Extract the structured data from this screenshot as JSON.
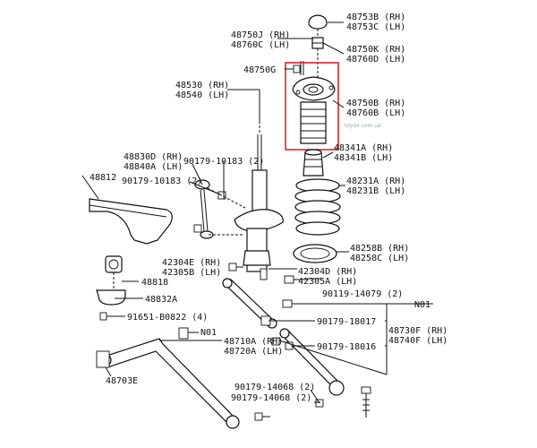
{
  "diagram": {
    "highlight_color": "#e0242b",
    "line_color": "#111111",
    "watermark": "toyox.com.ua",
    "labels": {
      "l48753": [
        "48753B (RH)",
        "48753C (LH)"
      ],
      "l48750jc": [
        "48750J (RH)",
        "48760C (LH)"
      ],
      "l48750kd": [
        "48750K (RH)",
        "48760D (LH)"
      ],
      "l48750g": [
        "48750G"
      ],
      "l48530": [
        "48530 (RH)",
        "48540 (LH)"
      ],
      "l48750bb": [
        "48750B (RH)",
        "48760B (LH)"
      ],
      "l48341": [
        "48341A (RH)",
        "48341B (LH)"
      ],
      "l48830": [
        "48830D (RH)",
        "48840A (LH)"
      ],
      "l90179a": [
        "90179-10183 (2)"
      ],
      "l48812": [
        "48812"
      ],
      "l90179b": [
        "90179-10183 (2)"
      ],
      "l48231": [
        "48231A (RH)",
        "48231B (LH)"
      ],
      "l48258": [
        "48258B (RH)",
        "48258C (LH)"
      ],
      "l42304e": [
        "42304E (RH)",
        "42305B (LH)"
      ],
      "l42304d": [
        "42304D (RH)",
        "42305A (LH)"
      ],
      "l48818": [
        "48818"
      ],
      "l48832": [
        "48832A"
      ],
      "l90119": [
        "90119-14079 (2)"
      ],
      "lN01a": [
        "N01"
      ],
      "l91651": [
        "91651-B0822 (4)"
      ],
      "l90179c": [
        "90179-18017"
      ],
      "l48730": [
        "48730F (RH)",
        "48740F (LH)"
      ],
      "lN01b": [
        "N01"
      ],
      "l48710": [
        "48710A (RH)",
        "48720A (LH)"
      ],
      "l90179d": [
        "90179-18016"
      ],
      "l48703": [
        "48703E"
      ],
      "l90179e": [
        "90179-14068 (2)"
      ],
      "l90179f": [
        "90179-14068 (2)"
      ]
    }
  }
}
